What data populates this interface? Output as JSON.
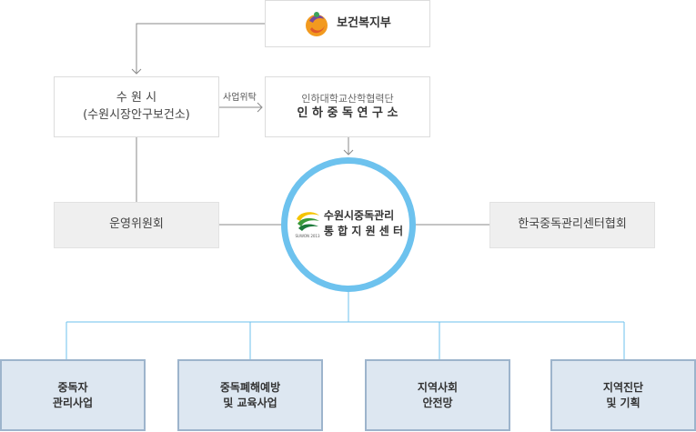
{
  "ministry": {
    "name": "보건복지부",
    "logo_icon": "ministry-logo-icon"
  },
  "suwon_city": {
    "line1": "수 원 시",
    "line2": "(수원시장안구보건소)"
  },
  "delegation_label": "사업위탁",
  "inha": {
    "line1": "인하대학교산학협력단",
    "line2": "인 하 중 독 연 구 소"
  },
  "committee": "운영위원회",
  "association": "한국중독관리센터협회",
  "center": {
    "line1": "수원시중독관리",
    "line2": "통 합 지 원 센 터",
    "logo_icon": "center-logo-icon",
    "logo_text": "SUWON 2013",
    "logo_colors": [
      "#f5c400",
      "#3a9a3a",
      "#1c7a3a"
    ]
  },
  "programs": [
    {
      "line1": "중독자",
      "line2": "관리사업"
    },
    {
      "line1": "중독폐해예방",
      "line2": "및 교육사업"
    },
    {
      "line1": "지역사회",
      "line2": "안전망"
    },
    {
      "line1": "지역진단",
      "line2": "및 기획"
    }
  ],
  "colors": {
    "accent_blue": "#6dc2ee",
    "program_bg": "#dde7f1",
    "program_border": "#9db4cc",
    "gray_box": "#efefef"
  }
}
